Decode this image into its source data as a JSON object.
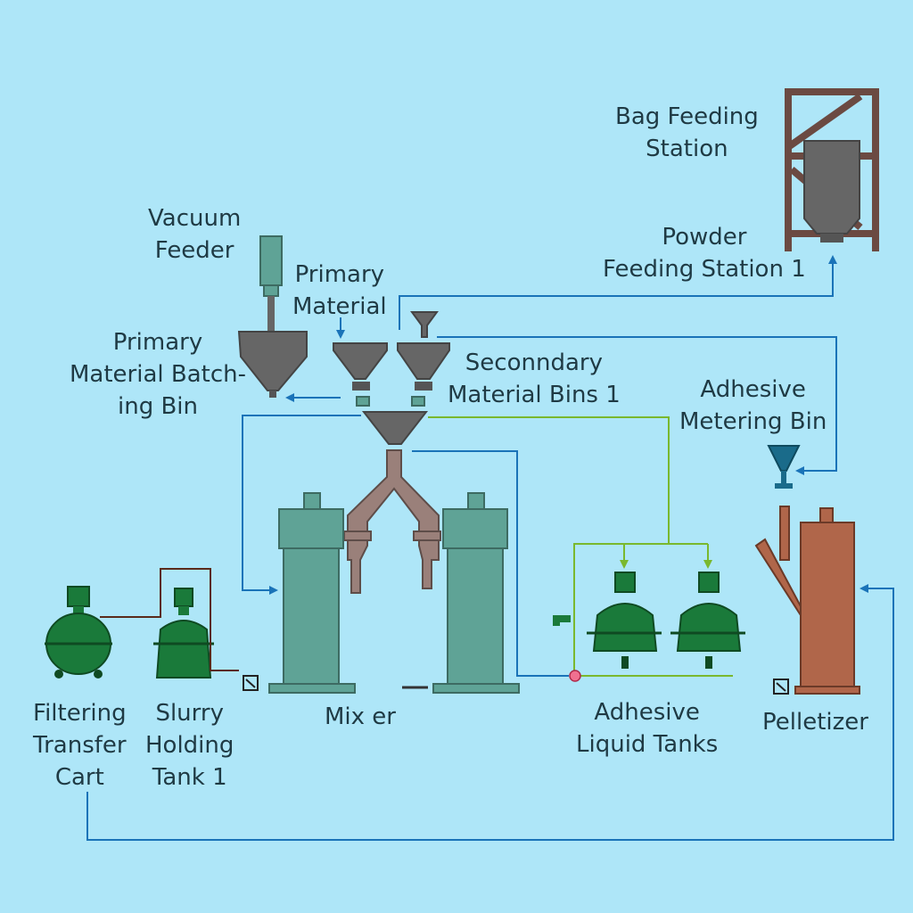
{
  "labels": {
    "bag_feeding_station": [
      "Bag Feeding",
      "Station"
    ],
    "powder_feeding_station": [
      "Powder",
      "Feeding Station 1"
    ],
    "vacuum_feeder": [
      "Vacuum",
      "Feeder"
    ],
    "primary_material": [
      "Primary",
      "Material"
    ],
    "primary_batching_bin": [
      "Primary",
      "Material Batch-",
      "ing Bin"
    ],
    "secondary_material_bins": [
      "Seconndary",
      "Material Bins  1"
    ],
    "adhesive_metering_bin": [
      "Adhesive",
      "Metering Bin"
    ],
    "filtering_transfer_cart": [
      "Filtering",
      "Transfer",
      "Cart"
    ],
    "slurry_holding_tank": [
      "Slurry",
      "Holding",
      "Tank 1"
    ],
    "mixer": "Mix er",
    "adhesive_liquid_tanks": [
      "Adhesive",
      "Liquid Tanks"
    ],
    "pelletizer": "Pelletizer"
  },
  "colors": {
    "background": "#aee6f8",
    "blue_line": "#1a73b8",
    "green_line": "#7ab82e",
    "equipment_grey": "#666666",
    "mixer_teal": "#5fa396",
    "tank_green": "#1a7a3a",
    "pelletizer_brown": "#b0664a",
    "frame_brown": "#6b4a42"
  }
}
